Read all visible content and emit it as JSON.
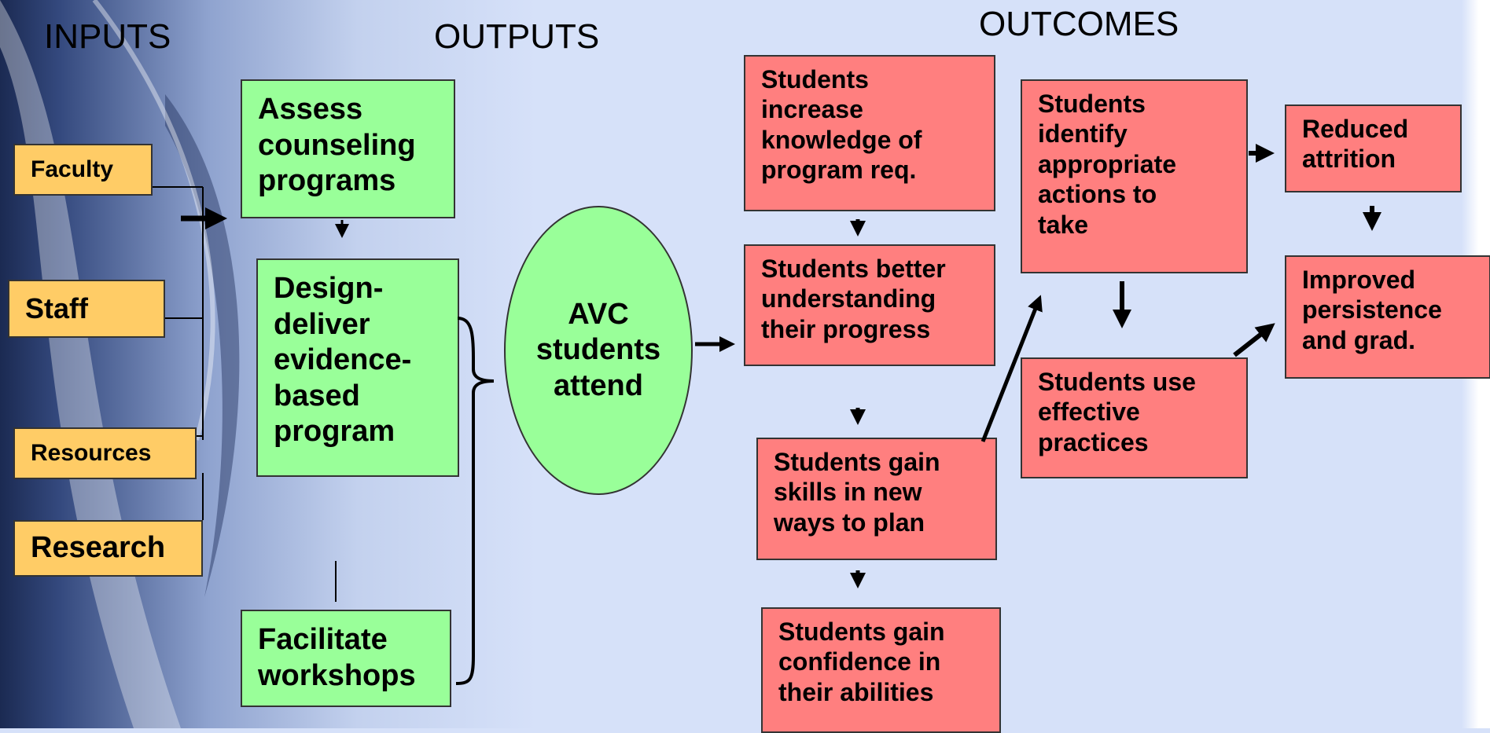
{
  "headers": {
    "inputs": "INPUTS",
    "outputs": "OUTPUTS",
    "outcomes": "OUTCOMES"
  },
  "inputs": [
    {
      "label": "Faculty"
    },
    {
      "label": "Staff"
    },
    {
      "label": "Resources"
    },
    {
      "label": "Research"
    }
  ],
  "outputs": {
    "assess": "Assess\ncounseling\nprograms",
    "design": "Design-\ndeliver\nevidence-\nbased\nprogram",
    "workshops": "Facilitate\nworkshops"
  },
  "center": "AVC\nstudents\nattend",
  "outcomes": {
    "knowledge": "Students\nincrease\nknowledge of\nprogram req.",
    "understanding": "Students better\nunderstanding\ntheir progress",
    "skills": "Students gain\nskills in  new\nways to plan",
    "confidence": "Students gain\nconfidence in\ntheir abilities",
    "identify": "Students\nidentify\nappropriate\nactions to\ntake",
    "practices": "Students use\neffective\npractices",
    "attrition": "Reduced\nattrition",
    "persistence": "Improved\npersistence\nand grad."
  },
  "colors": {
    "input_box": "#ffcc66",
    "output_box": "#99ff99",
    "outcome_box": "#ff7f7f"
  }
}
